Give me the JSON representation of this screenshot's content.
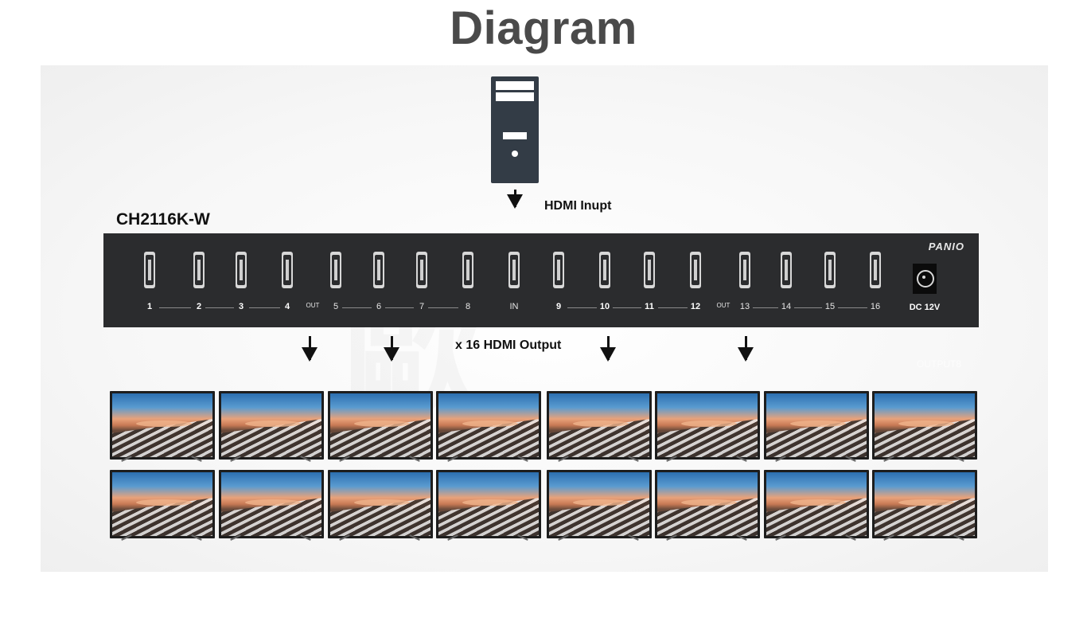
{
  "header": {
    "title": "Diagram"
  },
  "source": {
    "input_label": "HDMI Inupt"
  },
  "device": {
    "model": "CH2116K-W",
    "brand": "PANIO",
    "in_label": "IN",
    "out_label": "OUT",
    "power_label": "DC 12V",
    "ports": [
      {
        "label": "1",
        "bold": true
      },
      {
        "label": "2",
        "bold": true
      },
      {
        "label": "3",
        "bold": true
      },
      {
        "label": "4",
        "bold": true
      },
      {
        "label": "5",
        "bold": false
      },
      {
        "label": "6",
        "bold": false
      },
      {
        "label": "7",
        "bold": false
      },
      {
        "label": "8",
        "bold": false
      },
      {
        "label": "9",
        "bold": true
      },
      {
        "label": "10",
        "bold": true
      },
      {
        "label": "11",
        "bold": true
      },
      {
        "label": "12",
        "bold": true
      },
      {
        "label": "13",
        "bold": false
      },
      {
        "label": "14",
        "bold": false
      },
      {
        "label": "15",
        "bold": false
      },
      {
        "label": "16",
        "bold": false
      }
    ]
  },
  "output": {
    "label": "x 16 HDMI Output",
    "ghost_label": "OUTPUT8"
  },
  "displays": {
    "rows": 2,
    "per_row": 8
  }
}
